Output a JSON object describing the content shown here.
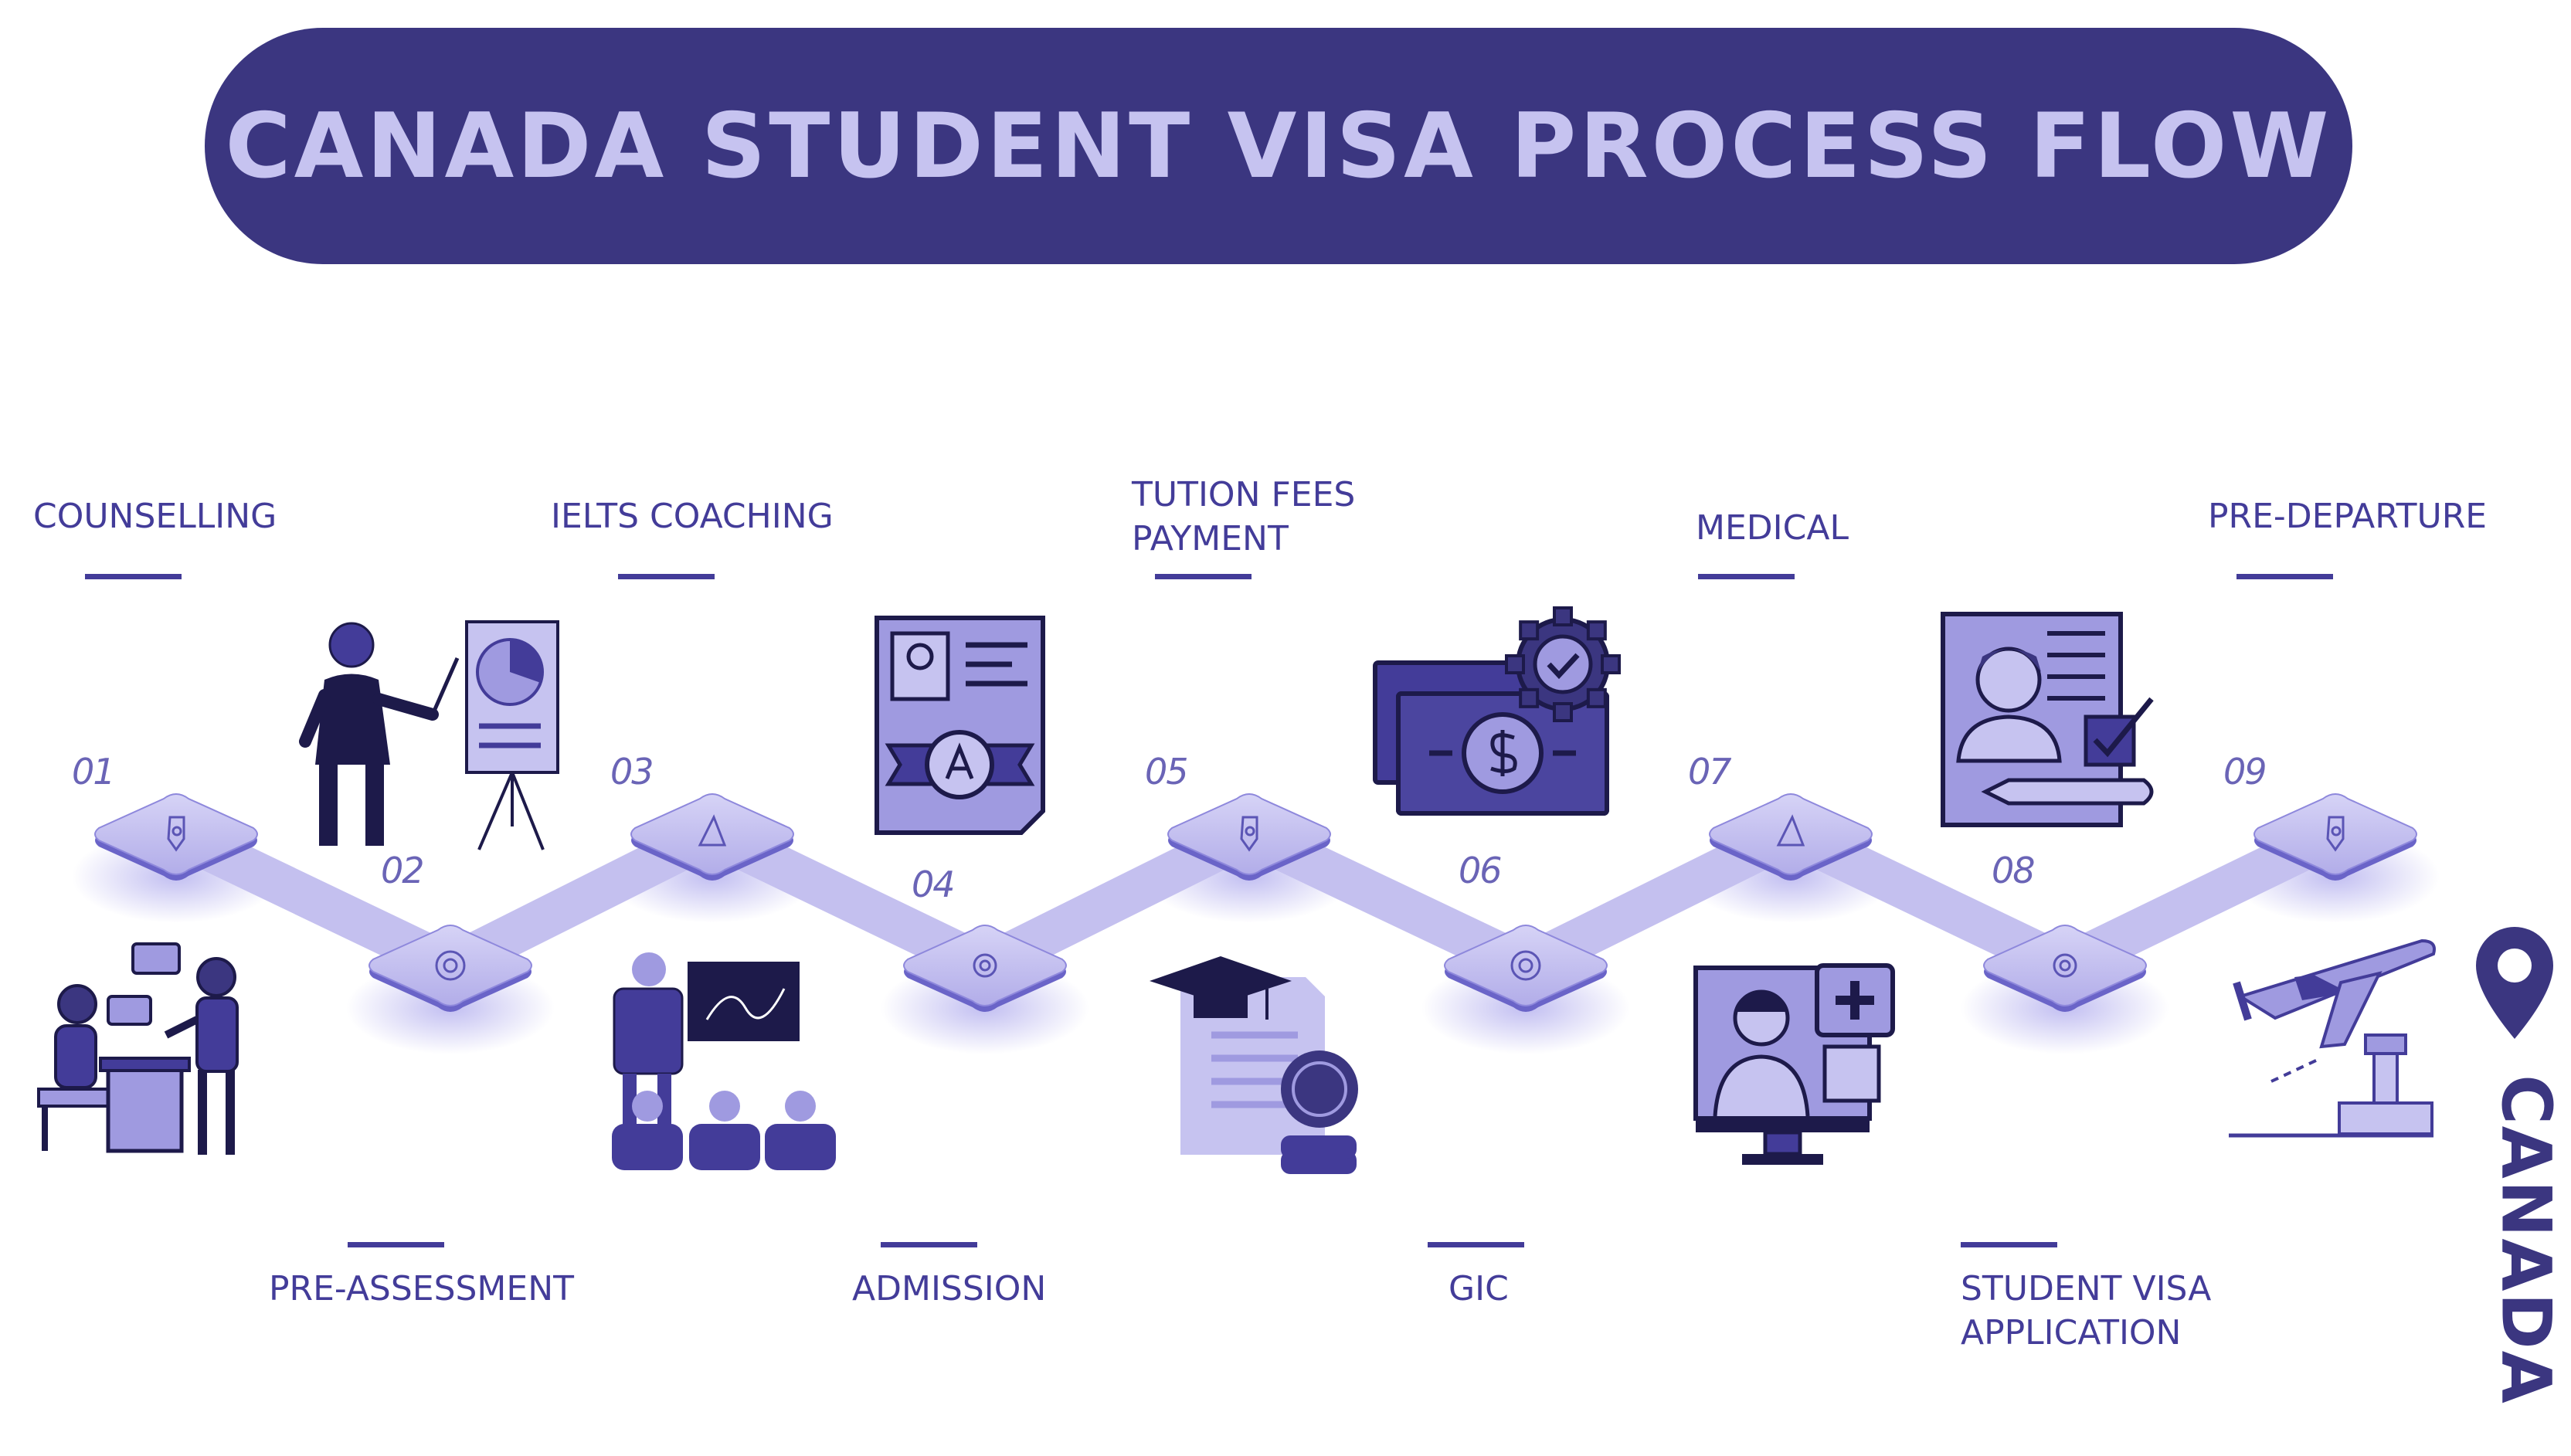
{
  "title": "CANADA STUDENT VISA PROCESS FLOW",
  "steps": [
    {
      "number": "01",
      "lines": [
        "COUNSELLING"
      ]
    },
    {
      "number": "02",
      "lines": [
        "PRE-ASSESSMENT"
      ]
    },
    {
      "number": "03",
      "lines": [
        "IELTS COACHING"
      ]
    },
    {
      "number": "04",
      "lines": [
        "ADMISSION"
      ]
    },
    {
      "number": "05",
      "lines": [
        "TUTION FEES",
        "PAYMENT"
      ]
    },
    {
      "number": "06",
      "lines": [
        "GIC"
      ]
    },
    {
      "number": "07",
      "lines": [
        "MEDICAL"
      ]
    },
    {
      "number": "08",
      "lines": [
        "STUDENT VISA",
        "APPLICATION"
      ]
    },
    {
      "number": "09",
      "lines": [
        "PRE-DEPARTURE"
      ]
    }
  ],
  "destination": "CANADA",
  "colors": {
    "primary": "#3b3680",
    "accent": "#433c99",
    "light": "#9f9ae0",
    "lighter": "#c6c3f0"
  },
  "icons": [
    "counselling-people-icon",
    "presenter-chart-icon",
    "ielts-coaching-class-icon",
    "admission-certificate-icon",
    "graduation-fees-icon",
    "money-gear-icon",
    "online-doctor-icon",
    "visa-application-form-icon",
    "airplane-departure-icon",
    "location-pin-icon"
  ]
}
